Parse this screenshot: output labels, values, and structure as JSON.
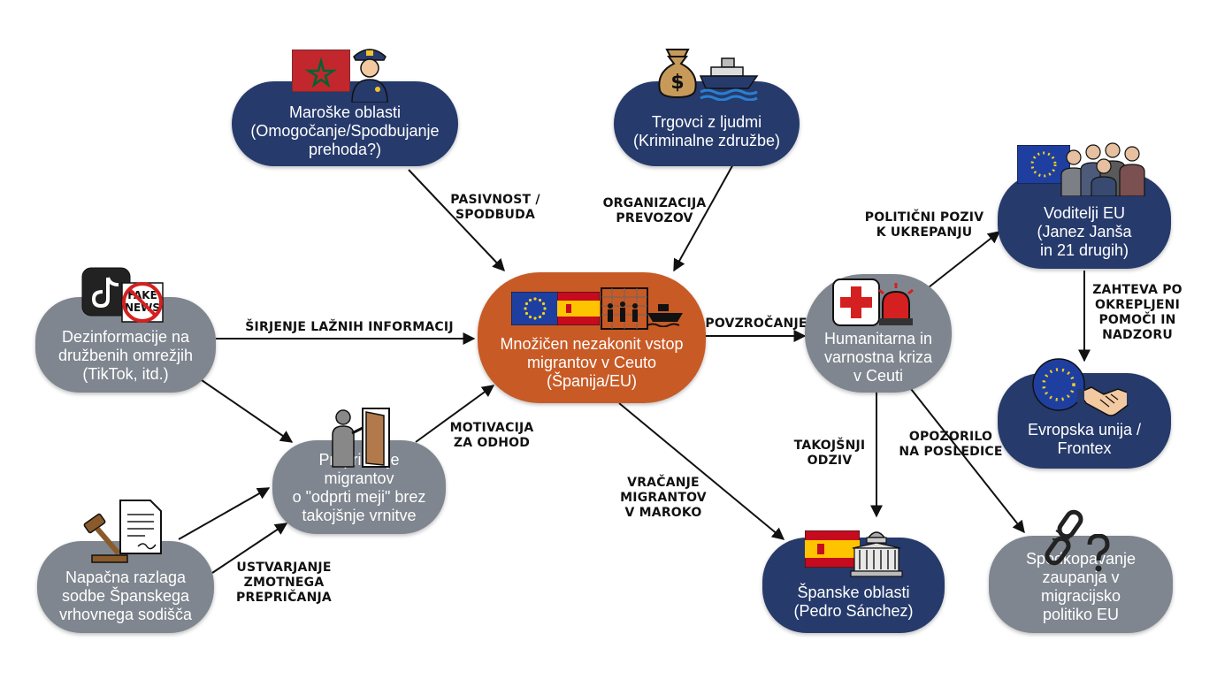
{
  "colors": {
    "navy": "#263a6b",
    "gray": "#7f868f",
    "orange": "#c85a25",
    "edge": "#111111"
  },
  "nodes": {
    "moroccan": {
      "text": "Maroške oblasti\n(Omogočanje/Spodbujanje\nprehoda?)",
      "icons": [
        "moroccan-flag-icon",
        "police-officer-icon"
      ]
    },
    "traffickers": {
      "text": "Trgovci z ljudmi\n(Kriminalne združbe)",
      "icons": [
        "money-bag-icon",
        "ship-icon"
      ]
    },
    "disinfo": {
      "text": "Dezinformacije na\ndružbenih omrežjih\n(TikTok, itd.)",
      "icons": [
        "tiktok-icon",
        "fake-news-icon"
      ],
      "fake_news_text": "FAKE\nNEWS"
    },
    "center": {
      "text": "Množičen nezakonit vstop\nmigrantov v Ceuto\n(Španija/EU)",
      "icons": [
        "eu-flag-icon",
        "spain-flag-icon",
        "fence-migrants-icon",
        "boat-icon"
      ]
    },
    "persuasion": {
      "text": "Prepričanje migrantov\no \"odprti meji\" brez\ntakojšnje vrnitve",
      "icons": [
        "person-at-door-icon"
      ]
    },
    "ruling": {
      "text": "Napačna razlaga\nsodbe Španskega\nvrhovnega sodišča",
      "icons": [
        "gavel-icon",
        "document-icon"
      ]
    },
    "crisis": {
      "text": "Humanitarna in\nvarnostna kriza\nv Ceuti",
      "icons": [
        "medical-cross-icon",
        "siren-icon"
      ]
    },
    "eu_leaders": {
      "text": "Voditelji EU\n(Janez Janša\nin 21 drugih)",
      "icons": [
        "eu-flag-icon",
        "group-of-people-icon"
      ]
    },
    "eu_frontex": {
      "text": "Evropska unija /\nFrontex",
      "icons": [
        "eu-flag-icon",
        "handshake-icon"
      ]
    },
    "spain": {
      "text": "Španske oblasti\n(Pedro Sánchez)",
      "icons": [
        "spain-flag-icon",
        "government-building-icon"
      ]
    },
    "trust": {
      "text": "Spodkopavanje\nzaupanja v migracijsko\npolitiko EU",
      "icons": [
        "broken-chain-icon",
        "question-mark-icon"
      ]
    }
  },
  "edges": [
    {
      "from": "moroccan",
      "to": "center",
      "label": "PASIVNOST /\nSPODBUDA"
    },
    {
      "from": "traffickers",
      "to": "center",
      "label": "ORGANIZACIJA\nPREVOZOV"
    },
    {
      "from": "disinfo",
      "to": "center",
      "label": "ŠIRJENJE LAŽNIH INFORMACIJ"
    },
    {
      "from": "disinfo",
      "to": "persuasion",
      "label": ""
    },
    {
      "from": "persuasion",
      "to": "center",
      "label": "MOTIVACIJA\nZA ODHOD"
    },
    {
      "from": "ruling",
      "to": "persuasion",
      "label": "USTVARJANJE\nZMOTNEGA\nPREPRIČANJA"
    },
    {
      "from": "center",
      "to": "crisis",
      "label": "POVZROČANJE"
    },
    {
      "from": "center",
      "to": "spain",
      "label": "VRAČANJE\nMIGRANTOV\nV MAROKO"
    },
    {
      "from": "crisis",
      "to": "eu_leaders",
      "label": "POLITIČNI POZIV\nK UKREPANJU"
    },
    {
      "from": "eu_leaders",
      "to": "eu_frontex",
      "label": "ZAHTEVA PO\nOKREPLJENI\nPOMOČI IN\nNADZORU"
    },
    {
      "from": "crisis",
      "to": "spain",
      "label": "TAKOJŠNJI\nODZIV"
    },
    {
      "from": "crisis",
      "to": "trust",
      "label": "OPOZORILO\nNA POSLEDICE"
    }
  ]
}
